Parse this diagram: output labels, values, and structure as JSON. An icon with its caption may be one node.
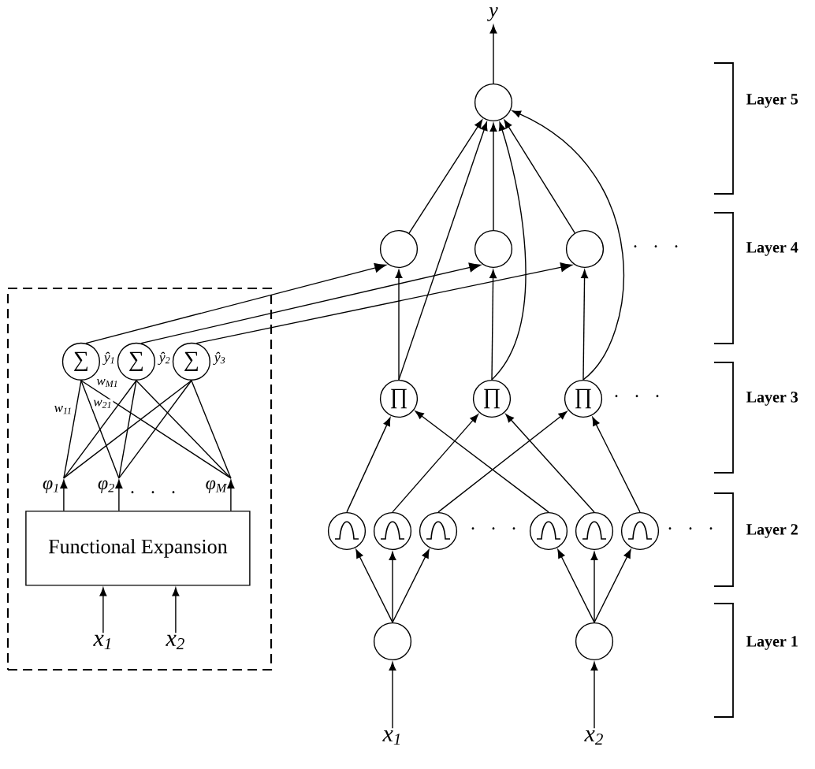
{
  "diagram": {
    "nodes": [
      {
        "text": [
          "y"
        ]
      },
      {
        "text": [],
        "shape": "circle"
      },
      {
        "text": [],
        "shape": "circle"
      },
      {
        "text": [],
        "shape": "circle"
      },
      {
        "text": [],
        "shape": "circle"
      },
      {
        "text": [],
        "shape": "box"
      },
      {
        "text": [
          "∑"
        ],
        "in": 5,
        "beside": [
          "ŷ$_{1}$"
        ]
      },
      {
        "text": [
          "∑"
        ],
        "in": 5,
        "beside": [
          "ŷ$_{2}$"
        ]
      },
      {
        "text": [
          "∑"
        ],
        "in": 5,
        "beside": [
          "ŷ$_{3}$"
        ]
      },
      {
        "text": [
          "∏"
        ]
      },
      {
        "text": [
          "∏"
        ]
      },
      {
        "text": [
          "∏"
        ]
      },
      {
        "text": [
          "φ$_{1}$"
        ],
        "in": 5
      },
      {
        "text": [
          "φ$_{2}$"
        ],
        "in": 5
      },
      {
        "text": [
          "φ$_{M}$"
        ],
        "in": 5
      },
      {
        "text": [
          "Functional Expansion"
        ],
        "in": 5
      },
      {
        "text": [],
        "shape": "circle"
      },
      {
        "text": [],
        "shape": "circle"
      },
      {
        "text": [],
        "shape": "circle"
      },
      {
        "text": [],
        "shape": "circle"
      },
      {
        "text": [],
        "shape": "circle"
      },
      {
        "text": [],
        "shape": "circle"
      },
      {
        "text": [
          "x$_{1}$"
        ],
        "in": 5
      },
      {
        "text": [
          "x$_{2}$"
        ],
        "in": 5
      },
      {
        "text": [],
        "shape": "circle"
      },
      {
        "text": [],
        "shape": "circle"
      },
      {
        "text": [
          "x$_{1}$"
        ]
      },
      {
        "text": [
          "x$_{2}$"
        ]
      }
    ],
    "edges": [
      {
        "from": 1,
        "to": 0,
        "arrow": "to"
      },
      {
        "from": 2,
        "to": 1,
        "arrow": "to"
      },
      {
        "from": 3,
        "to": 1,
        "arrow": "to"
      },
      {
        "from": 4,
        "to": 1,
        "arrow": "to"
      },
      {
        "from": 9,
        "to": 1,
        "arrow": "to"
      },
      {
        "from": 10,
        "to": 1,
        "arrow": "to"
      },
      {
        "from": 11,
        "to": 1,
        "arrow": "to"
      },
      {
        "from": 9,
        "to": 2,
        "arrow": "to"
      },
      {
        "from": 10,
        "to": 3,
        "arrow": "to"
      },
      {
        "from": 11,
        "to": 4,
        "arrow": "to"
      },
      {
        "from": 6,
        "to": 2,
        "arrow": "to"
      },
      {
        "from": 7,
        "to": 3,
        "arrow": "to"
      },
      {
        "from": 8,
        "to": 4,
        "arrow": "to"
      },
      {
        "from": 16,
        "to": 9,
        "arrow": "to"
      },
      {
        "from": 19,
        "to": 9,
        "arrow": "to"
      },
      {
        "from": 17,
        "to": 10,
        "arrow": "to"
      },
      {
        "from": 20,
        "to": 10,
        "arrow": "to"
      },
      {
        "from": 18,
        "to": 11,
        "arrow": "to"
      },
      {
        "from": 21,
        "to": 11,
        "arrow": "to"
      },
      {
        "from": 24,
        "to": 16,
        "arrow": "to"
      },
      {
        "from": 24,
        "to": 17,
        "arrow": "to"
      },
      {
        "from": 24,
        "to": 18,
        "arrow": "to"
      },
      {
        "from": 25,
        "to": 19,
        "arrow": "to"
      },
      {
        "from": 25,
        "to": 20,
        "arrow": "to"
      },
      {
        "from": 25,
        "to": 21,
        "arrow": "to"
      },
      {
        "from": 26,
        "to": 24,
        "arrow": "to"
      },
      {
        "from": 27,
        "to": 25,
        "arrow": "to"
      },
      {
        "from": 22,
        "to": 15,
        "arrow": "to"
      },
      {
        "from": 23,
        "to": 15,
        "arrow": "to"
      },
      {
        "from": 15,
        "to": 12,
        "arrow": "to"
      },
      {
        "from": 15,
        "to": 13,
        "arrow": "to"
      },
      {
        "from": 15,
        "to": 14,
        "arrow": "to"
      },
      {
        "from": 12,
        "to": 6,
        "arrow": "none",
        "label": "w$_{11}$"
      },
      {
        "from": 13,
        "to": 6,
        "arrow": "none",
        "label": "w$_{21}$"
      },
      {
        "from": 14,
        "to": 6,
        "arrow": "none",
        "label": "w$_{M1}$"
      },
      {
        "from": 12,
        "to": 7,
        "arrow": "none"
      },
      {
        "from": 13,
        "to": 7,
        "arrow": "none"
      },
      {
        "from": 14,
        "to": 7,
        "arrow": "none"
      },
      {
        "from": 12,
        "to": 8,
        "arrow": "none"
      },
      {
        "from": 13,
        "to": 8,
        "arrow": "none"
      },
      {
        "from": 14,
        "to": 8,
        "arrow": "none"
      }
    ],
    "labels": [
      "Layer 5",
      "· · ·",
      "Layer 4",
      "· · ·",
      "Layer 3",
      "· · ·",
      "· · ·",
      "· · ·",
      "Layer 2",
      "Layer 1"
    ]
  }
}
